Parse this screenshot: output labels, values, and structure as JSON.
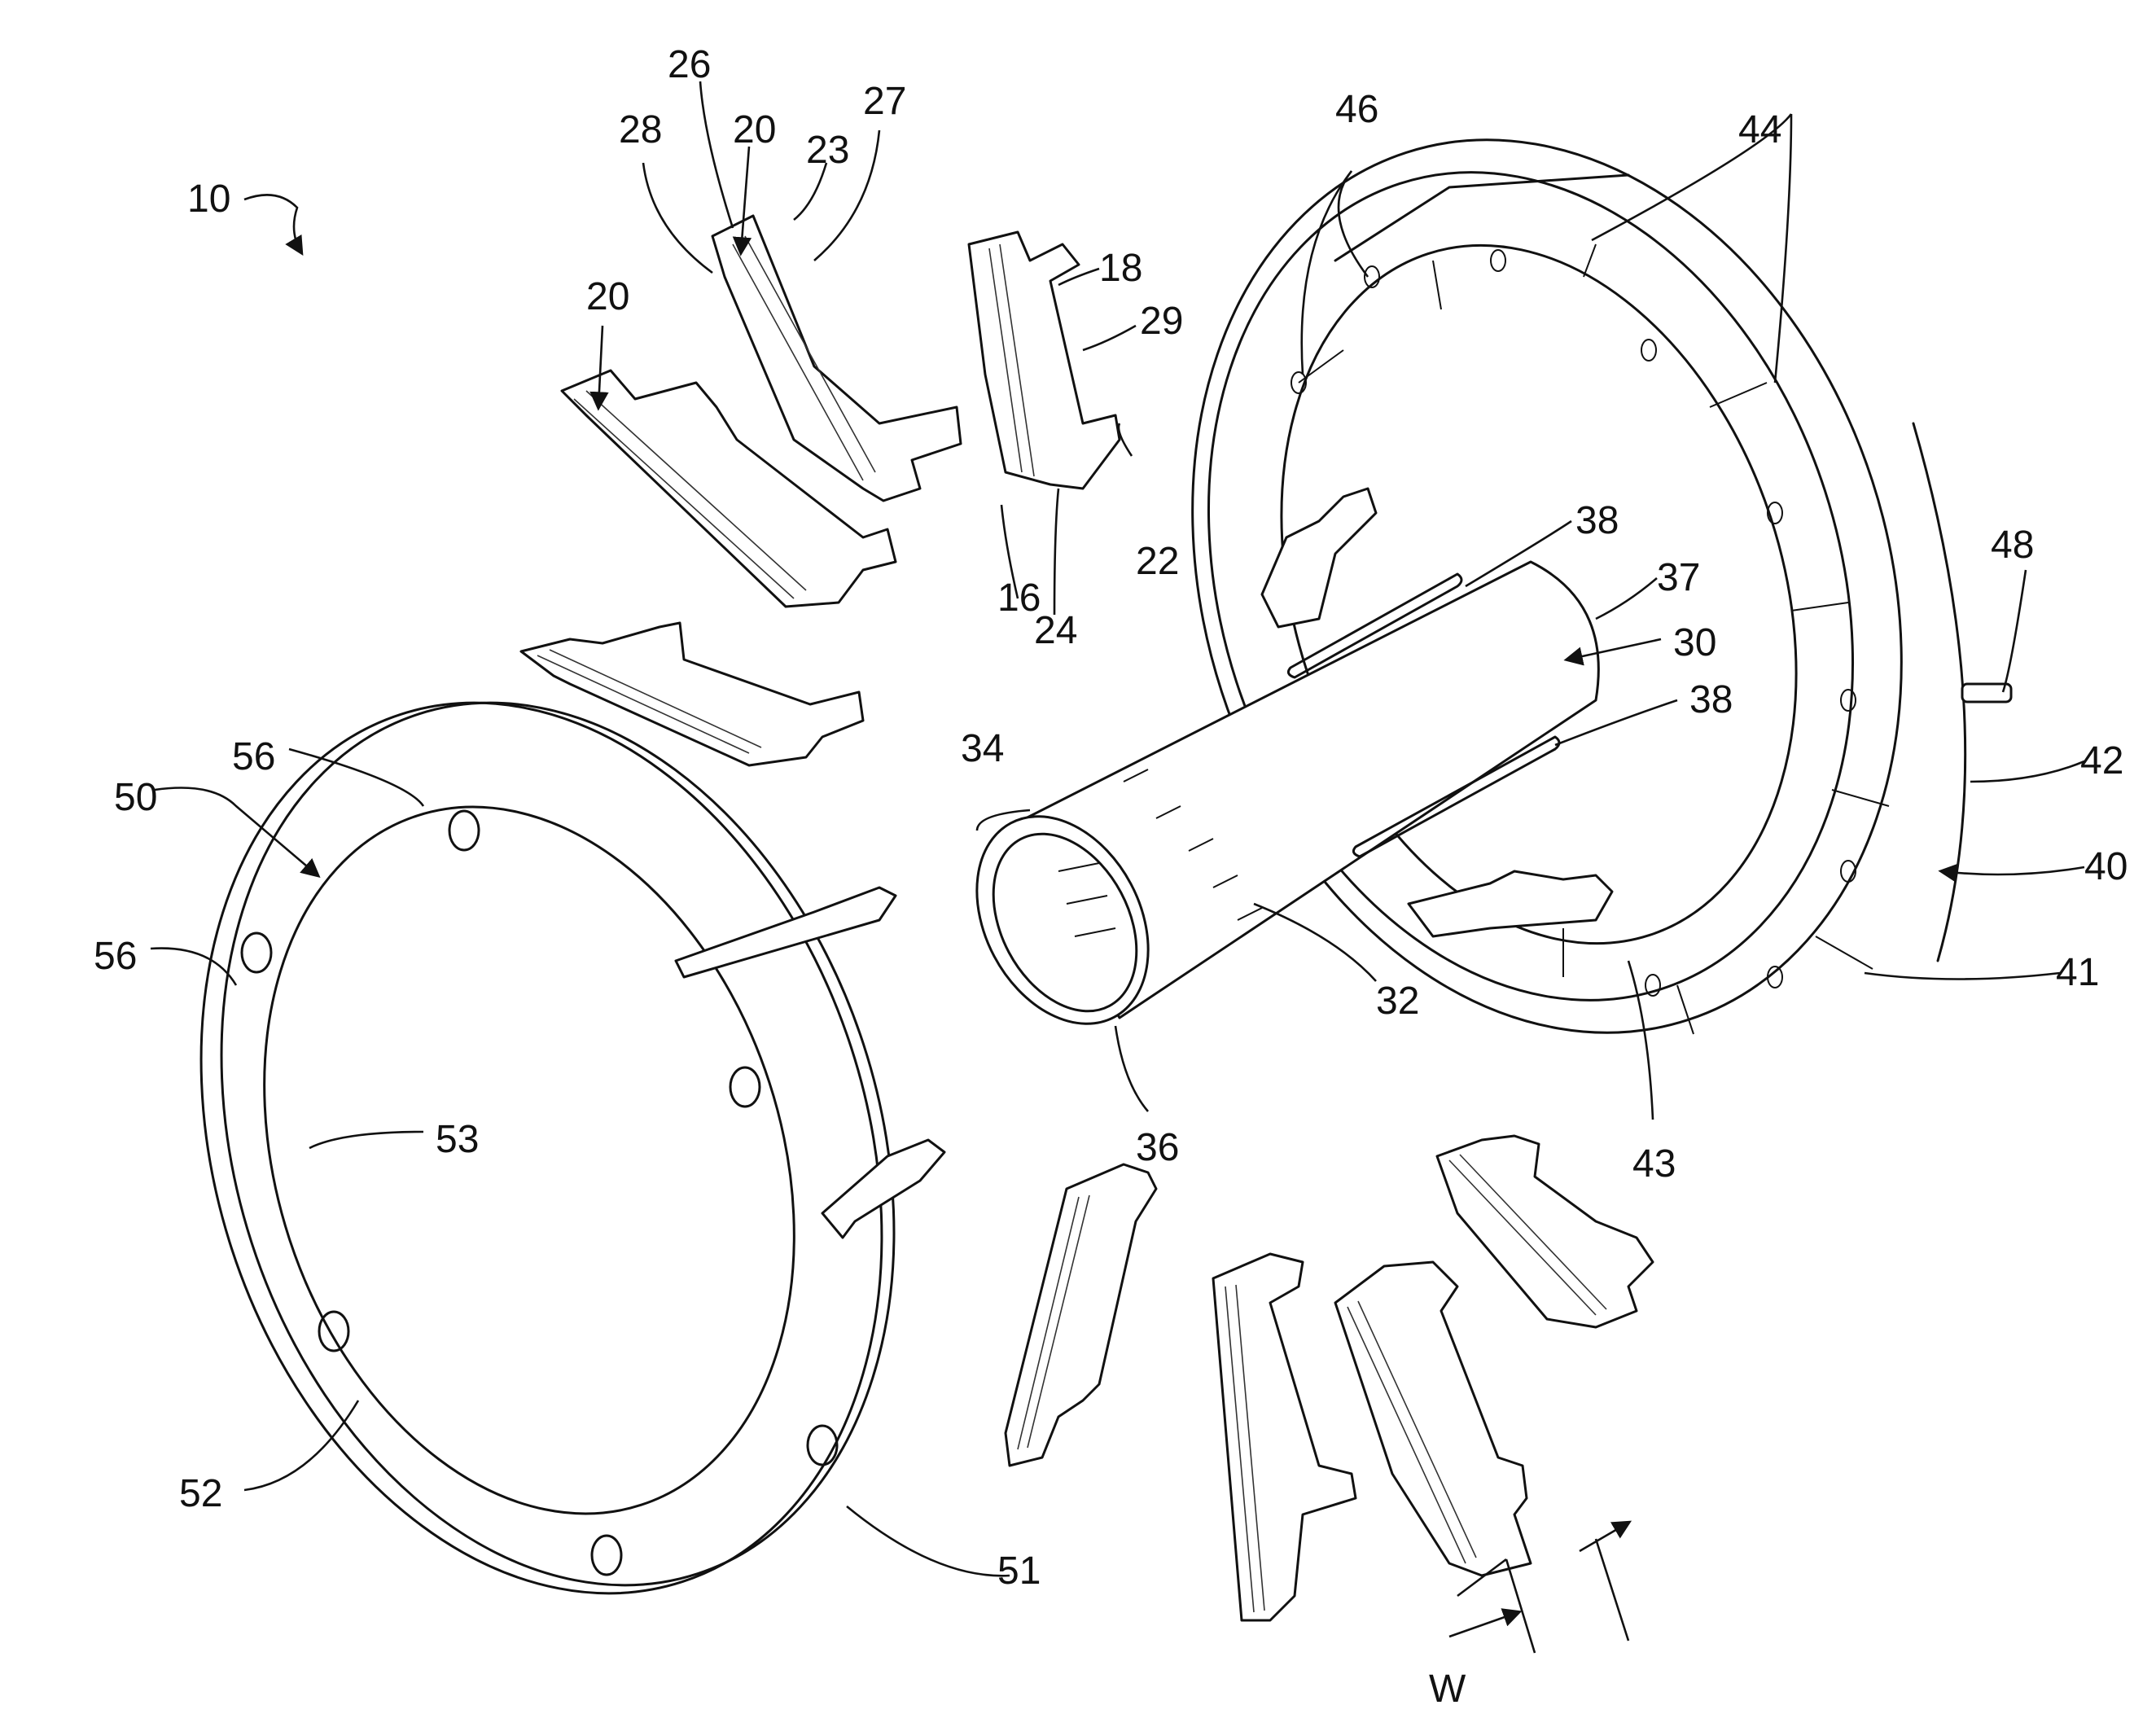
{
  "figure": {
    "labels": {
      "l10": "10",
      "l16": "16",
      "l18": "18",
      "l20a": "20",
      "l20b": "20",
      "l22": "22",
      "l23": "23",
      "l24": "24",
      "l26": "26",
      "l27": "27",
      "l28": "28",
      "l29": "29",
      "l30": "30",
      "l32": "32",
      "l34": "34",
      "l36": "36",
      "l37": "37",
      "l38a": "38",
      "l38b": "38",
      "l40": "40",
      "l41": "41",
      "l42": "42",
      "l43": "43",
      "l44": "44",
      "l46": "46",
      "l48": "48",
      "l50": "50",
      "l51": "51",
      "l52": "52",
      "l53": "53",
      "l56a": "56",
      "l56b": "56",
      "lW": "W"
    }
  }
}
